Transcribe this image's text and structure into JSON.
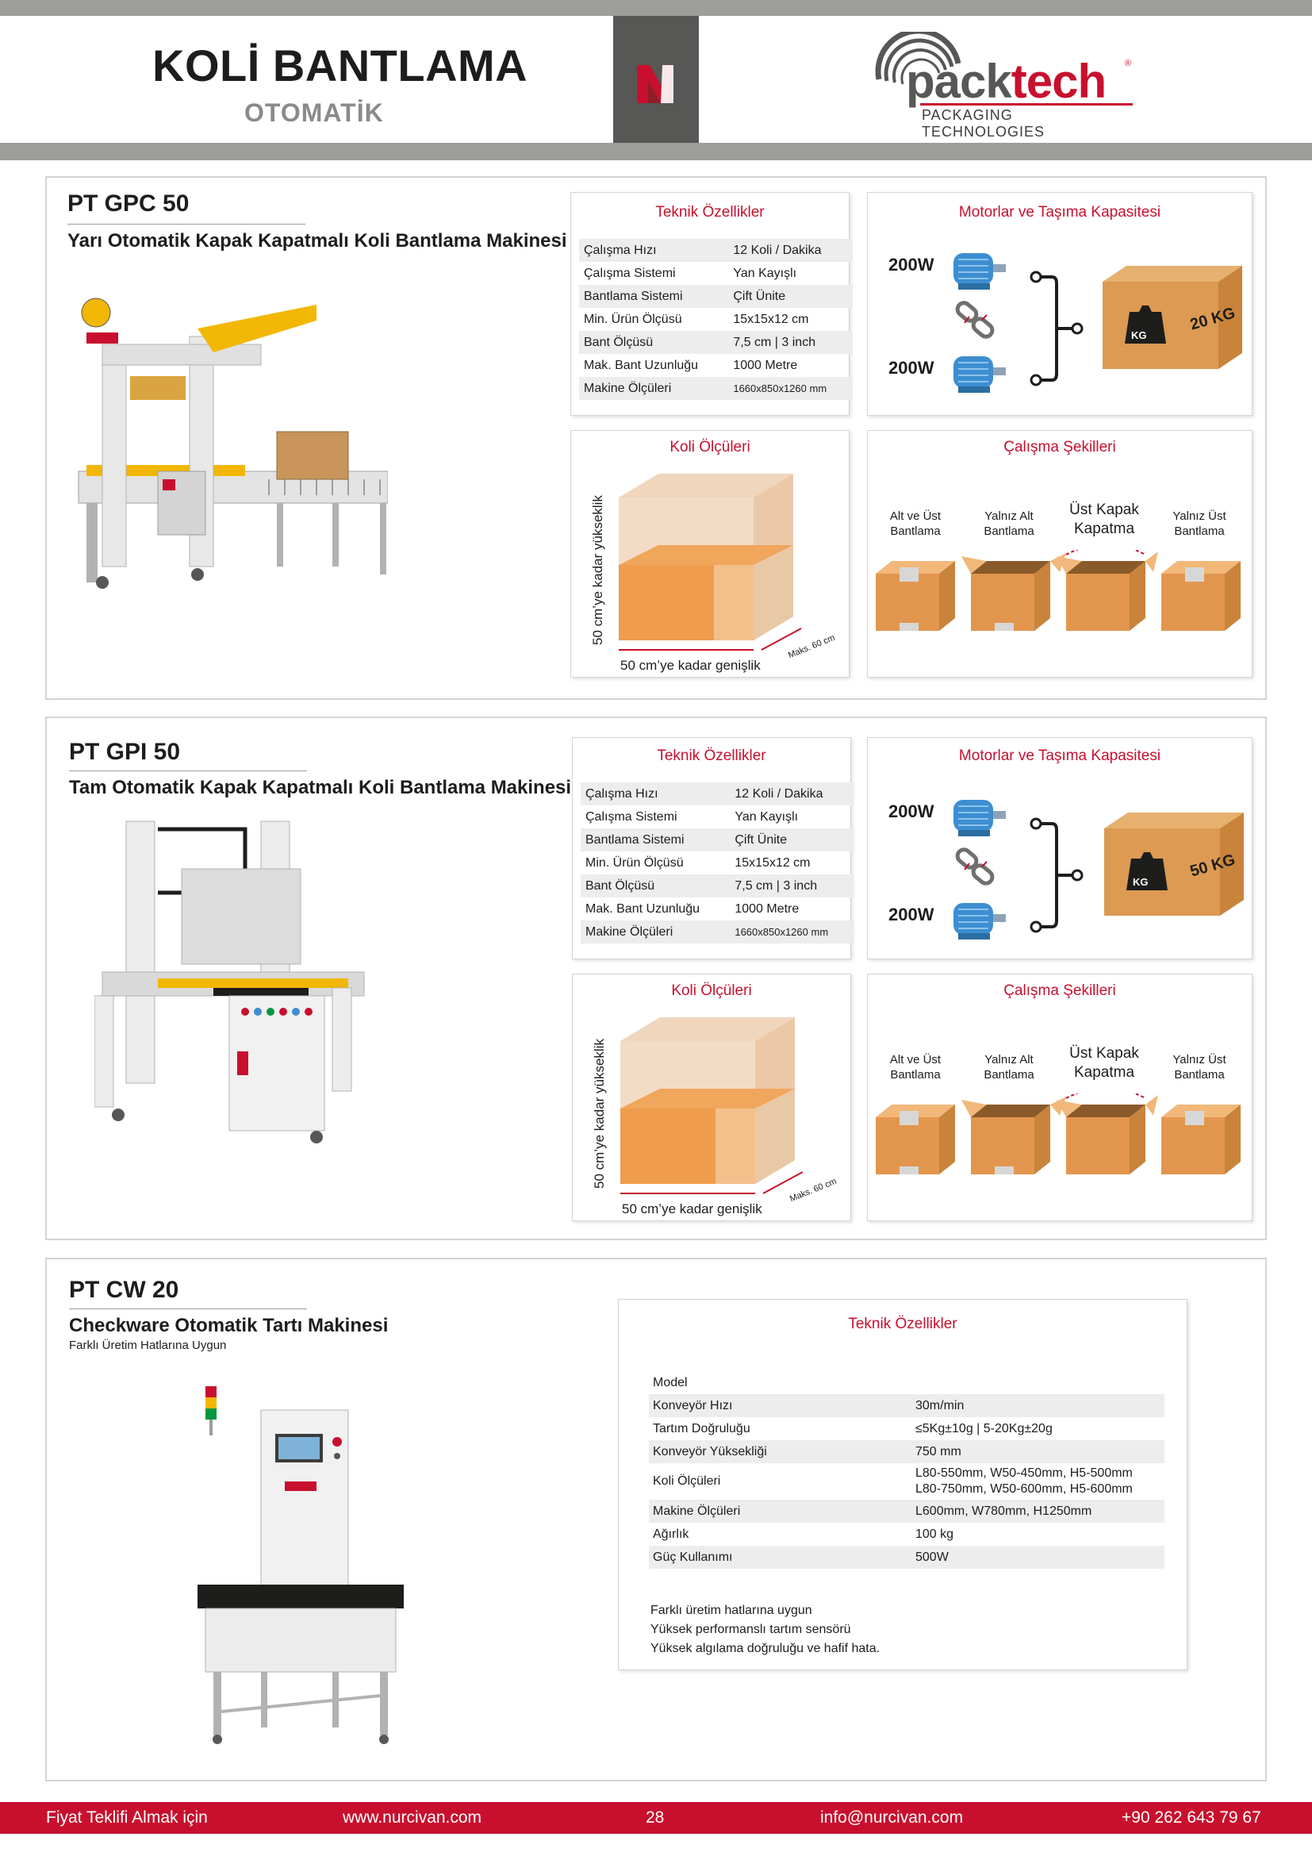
{
  "header": {
    "title": "KOLİ BANTLAMA",
    "subtitle": "OTOMATİK",
    "logo": {
      "pack": "pack",
      "tech": "tech",
      "registered": "®",
      "tagline": "PACKAGING TECHNOLOGIES"
    },
    "accent_color": "#c8102e",
    "gray_color": "#9d9d9c"
  },
  "products": [
    {
      "code": "PT GPC 50",
      "name": "Yarı Otomatik Kapak Kapatmalı Koli Bantlama Makinesi",
      "specs_title": "Teknik Özellikler",
      "specs": [
        {
          "label": "Çalışma Hızı",
          "value": "12 Koli / Dakika"
        },
        {
          "label": "Çalışma Sistemi",
          "value": "Yan Kayışlı"
        },
        {
          "label": "Bantlama Sistemi",
          "value": "Çift Ünite"
        },
        {
          "label": "Min. Ürün Ölçüsü",
          "value": "15x15x12 cm"
        },
        {
          "label": "Bant Ölçüsü",
          "value": "7,5 cm | 3 inch"
        },
        {
          "label": "Mak. Bant Uzunluğu",
          "value": "1000 Metre"
        },
        {
          "label": "Makine Ölçüleri",
          "value": "1660x850x1260 mm"
        }
      ],
      "motors_title": "Motorlar ve Taşıma Kapasitesi",
      "motor_top": "200W",
      "motor_bottom": "200W",
      "weight_icon": "KG",
      "capacity": "20 KG",
      "box_title": "Koli Ölçüleri",
      "height_label": "50 cm’ye kadar yükseklik",
      "width_label": "50 cm’ye kadar genişlik",
      "depth_label": "Maks. 60 cm",
      "methods_title": "Çalışma Şekilleri",
      "methods": [
        {
          "label": "Alt ve Üst Bantlama"
        },
        {
          "label": "Yalnız Alt Bantlama"
        },
        {
          "label": "Üst Kapak Kapatma"
        },
        {
          "label": "Yalnız Üst Bantlama"
        }
      ]
    },
    {
      "code": "PT GPI 50",
      "name": "Tam Otomatik Kapak Kapatmalı Koli Bantlama Makinesi",
      "specs_title": "Teknik Özellikler",
      "specs": [
        {
          "label": "Çalışma Hızı",
          "value": "12 Koli / Dakika"
        },
        {
          "label": "Çalışma Sistemi",
          "value": "Yan Kayışlı"
        },
        {
          "label": "Bantlama Sistemi",
          "value": "Çift Ünite"
        },
        {
          "label": "Min. Ürün Ölçüsü",
          "value": "15x15x12 cm"
        },
        {
          "label": "Bant Ölçüsü",
          "value": "7,5 cm | 3 inch"
        },
        {
          "label": "Mak. Bant Uzunluğu",
          "value": "1000 Metre"
        },
        {
          "label": "Makine Ölçüleri",
          "value": "1660x850x1260 mm"
        }
      ],
      "motors_title": "Motorlar ve Taşıma Kapasitesi",
      "motor_top": "200W",
      "motor_bottom": "200W",
      "weight_icon": "KG",
      "capacity": "50 KG",
      "box_title": "Koli Ölçüleri",
      "height_label": "50 cm’ye kadar yükseklik",
      "width_label": "50 cm’ye kadar genişlik",
      "depth_label": "Maks. 60 cm",
      "methods_title": "Çalışma Şekilleri",
      "methods": [
        {
          "label": "Alt ve Üst Bantlama"
        },
        {
          "label": "Yalnız Alt Bantlama"
        },
        {
          "label": "Üst Kapak Kapatma"
        },
        {
          "label": "Yalnız Üst Bantlama"
        }
      ]
    }
  ],
  "checkweigher": {
    "code": "PT CW 20",
    "name": "Checkware Otomatik Tartı Makinesi",
    "note": "Farklı Üretim Hatlarına Uygun",
    "specs_title": "Teknik Özellikler",
    "specs": [
      {
        "label": "Model",
        "value": ""
      },
      {
        "label": "Konveyör Hızı",
        "value": "30m/min"
      },
      {
        "label": "Tartım Doğruluğu",
        "value": "≤5Kg±10g  |  5-20Kg±20g"
      },
      {
        "label": "Konveyör Yüksekliği",
        "value": "750 mm"
      },
      {
        "label": "Koli Ölçüleri",
        "value": "L80-550mm, W50-450mm, H5-500mm",
        "value2": "L80-750mm, W50-600mm, H5-600mm"
      },
      {
        "label": "Makine Ölçüleri",
        "value": "L600mm, W780mm, H1250mm"
      },
      {
        "label": "Ağırlık",
        "value": "100 kg"
      },
      {
        "label": "Güç Kullanımı",
        "value": "500W"
      }
    ],
    "features": [
      "Farklı üretim hatlarına uygun",
      "Yüksek performanslı tartım sensörü",
      "Yüksek algılama doğruluğu ve hafif hata."
    ]
  },
  "footer": {
    "quote": "Fiyat Teklifi Almak için",
    "website": "www.nurcivan.com",
    "page_number": "28",
    "email": "info@nurcivan.com",
    "phone": "+90 262 643 79 67"
  }
}
